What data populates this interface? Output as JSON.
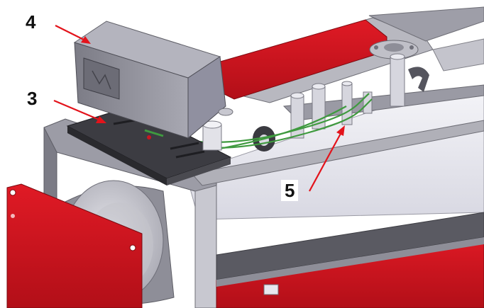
{
  "callouts": {
    "c4": {
      "label": "4"
    },
    "c3": {
      "label": "3"
    },
    "c5": {
      "label": "5"
    }
  },
  "colors": {
    "red_panel": "#d0121e",
    "frame_gray": "#8a8a8e",
    "drum_white": "#ebebf1",
    "controller_gray": "#9c9ca6",
    "plate_dark": "#3c3c40",
    "wire_green": "#3f9a3f",
    "arrow_red": "#e3131b"
  },
  "icons": {
    "controller": "controller-box-icon",
    "plate": "mounting-plate-icon",
    "sensor": "sensor-tube-icon"
  }
}
